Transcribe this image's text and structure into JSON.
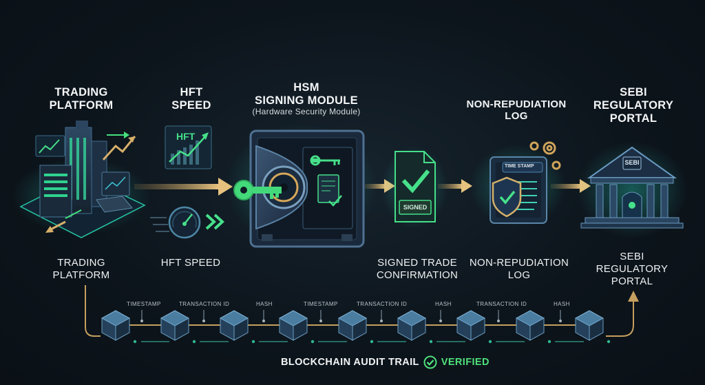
{
  "stages": {
    "trading": {
      "title_line1": "TRADING",
      "title_line2": "PLATFORM",
      "caption_line1": "TRADING",
      "caption_line2": "PLATFORM"
    },
    "hft": {
      "title_line1": "HFT",
      "title_line2": "SPEED",
      "caption": "HFT SPEED",
      "chart_label": "HFT"
    },
    "hsm": {
      "title_line1": "HSM",
      "title_line2": "SIGNING MODULE",
      "subtitle": "(Hardware Security Module)"
    },
    "signed": {
      "badge": "SIGNED",
      "caption_line1": "SIGNED TRADE",
      "caption_line2": "CONFIRMATION"
    },
    "log": {
      "title_line1": "NON-REPUDIATION",
      "title_line2": "LOG",
      "caption_line1": "NON-REPUDIATION",
      "caption_line2": "LOG",
      "badge": "TIME STAMP"
    },
    "sebi": {
      "title_line1": "SEBI",
      "title_line2": "REGULATORY",
      "title_line3": "PORTAL",
      "caption_line1": "SEBI",
      "caption_line2": "REGULATORY",
      "caption_line3": "PORTAL",
      "logo": "SEBI"
    }
  },
  "chain": {
    "labels": [
      "TIMESTAMP",
      "TRANSACTION ID",
      "HASH",
      "TIMESTAMP",
      "TRANSACTION ID",
      "HASH",
      "TRANSACTION ID",
      "HASH"
    ]
  },
  "footer": {
    "text": "BLOCKCHAIN AUDIT TRAIL",
    "status": "VERIFIED"
  },
  "colors": {
    "accent_green": "#4fe07a",
    "arrow_gold": "#d9b472",
    "panel_blue": "#2f4a66",
    "glow_teal": "#1fd2b4"
  }
}
